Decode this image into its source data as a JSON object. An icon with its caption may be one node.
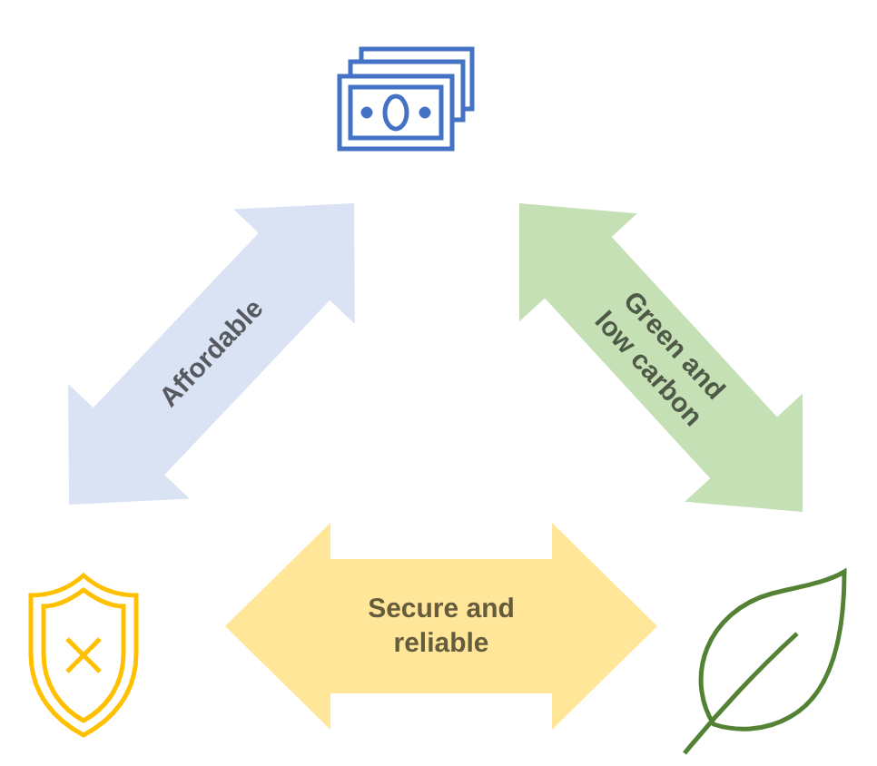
{
  "diagram": {
    "nodes": [
      {
        "text": [],
        "shape": "picture"
      },
      {
        "text": [],
        "shape": "picture"
      },
      {
        "text": [],
        "shape": "picture"
      }
    ],
    "edges": [
      {
        "from": 0,
        "to": 1,
        "arrow": "both",
        "label": "Affordable",
        "color": "#dae3f3"
      },
      {
        "from": 0,
        "to": 2,
        "arrow": "both",
        "label": "Green and low carbon",
        "color": "#c5e0b4"
      },
      {
        "from": 1,
        "to": 2,
        "arrow": "both",
        "label": "Secure and reliable",
        "color": "#ffe699"
      }
    ]
  }
}
